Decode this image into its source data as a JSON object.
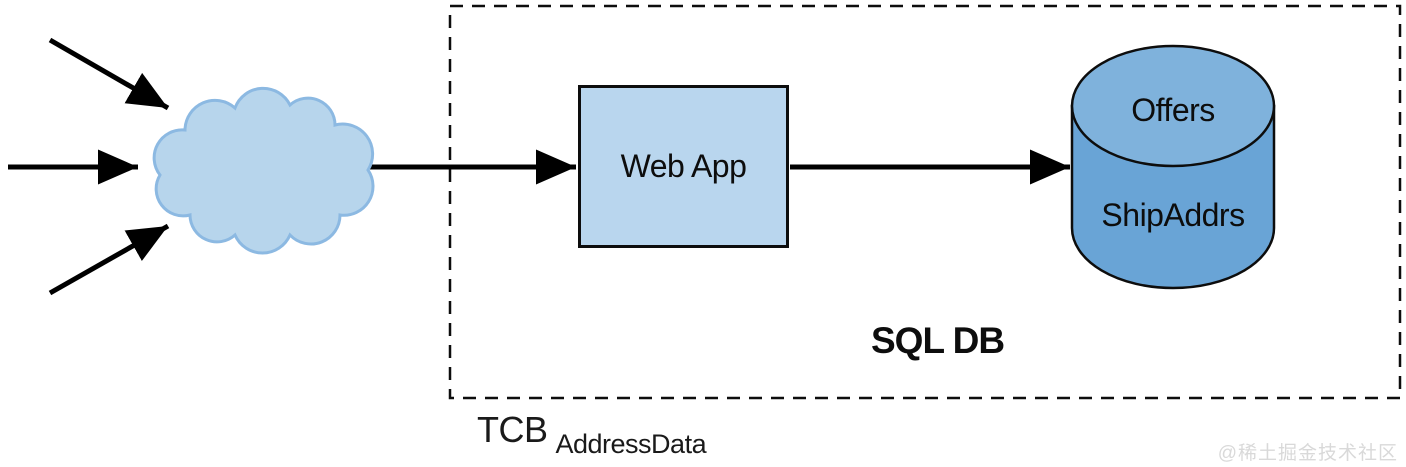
{
  "colors": {
    "cloud_fill": "#b7d5ec",
    "cloud_stroke": "#8cb9e2",
    "node_fill": "#b9d6ee",
    "db_top": "#7fb2dc",
    "db_body": "#69a4d6",
    "line": "#000000",
    "watermark": "#d9d9d9"
  },
  "icons": {
    "cloud": "cloud-icon",
    "database": "database-cylinder-icon",
    "arrows": "black-arrow-icon"
  },
  "nodes": {
    "web_app": {
      "label": "Web App"
    },
    "database": {
      "top_label": "Offers",
      "body_label": "ShipAddrs"
    }
  },
  "boundary": {
    "label": "SQL DB",
    "tcb_label": "TCB",
    "tcb_subscript": "AddressData"
  },
  "watermark": "@稀土掘金技术社区"
}
